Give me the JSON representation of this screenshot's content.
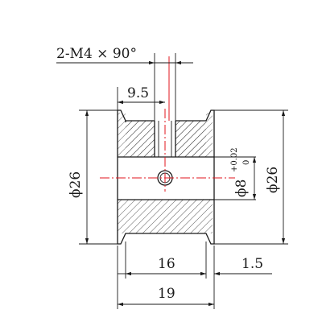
{
  "labels": {
    "screw_note": "2-M4 × 90°",
    "dim_offset": "9.5",
    "dim_left_dia": "ϕ26",
    "dim_bore": "ϕ8",
    "dim_bore_tol_upper": "+0.02",
    "dim_bore_tol_lower": "0",
    "dim_right_dia": "ϕ26",
    "dim_inner_width": "16",
    "dim_flange": "1.5",
    "dim_total_width": "19"
  },
  "colors": {
    "line": "#1a1a1a",
    "centerline": "#e0141e",
    "background": "#ffffff"
  }
}
